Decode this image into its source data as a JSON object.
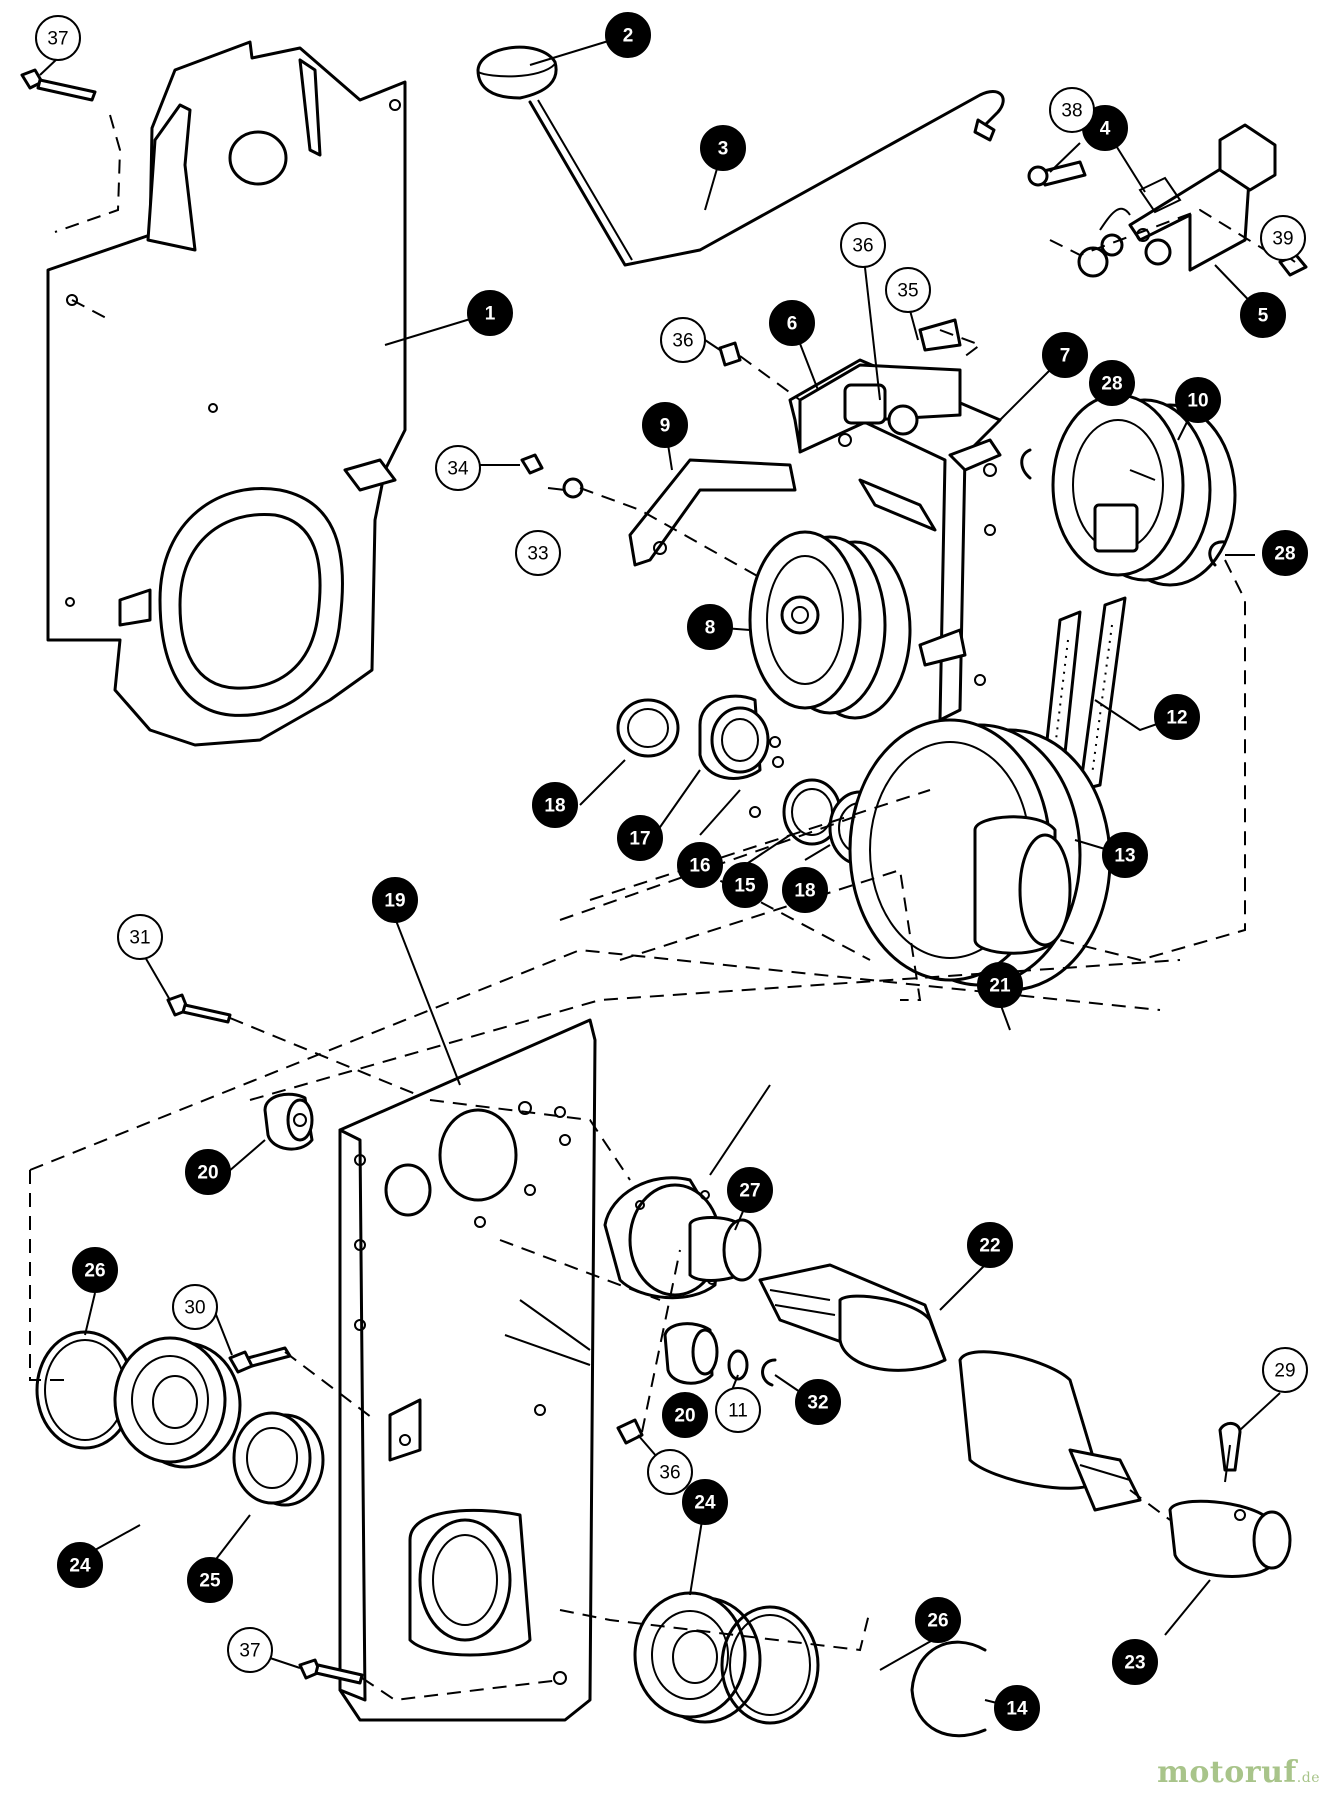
{
  "callouts": [
    {
      "id": "c1",
      "label": "1",
      "style": "filled"
    },
    {
      "id": "c2",
      "label": "2",
      "style": "filled"
    },
    {
      "id": "c3",
      "label": "3",
      "style": "filled"
    },
    {
      "id": "c4",
      "label": "4",
      "style": "filled"
    },
    {
      "id": "c5",
      "label": "5",
      "style": "filled"
    },
    {
      "id": "c6",
      "label": "6",
      "style": "filled"
    },
    {
      "id": "c7",
      "label": "7",
      "style": "filled"
    },
    {
      "id": "c8",
      "label": "8",
      "style": "filled"
    },
    {
      "id": "c9",
      "label": "9",
      "style": "filled"
    },
    {
      "id": "c10",
      "label": "10",
      "style": "filled"
    },
    {
      "id": "c11",
      "label": "11",
      "style": "open"
    },
    {
      "id": "c12",
      "label": "12",
      "style": "filled"
    },
    {
      "id": "c13",
      "label": "13",
      "style": "filled"
    },
    {
      "id": "c14",
      "label": "14",
      "style": "filled"
    },
    {
      "id": "c15",
      "label": "15",
      "style": "filled"
    },
    {
      "id": "c16",
      "label": "16",
      "style": "filled"
    },
    {
      "id": "c17",
      "label": "17",
      "style": "filled"
    },
    {
      "id": "c18a",
      "label": "18",
      "style": "filled"
    },
    {
      "id": "c18b",
      "label": "18",
      "style": "filled"
    },
    {
      "id": "c19",
      "label": "19",
      "style": "filled"
    },
    {
      "id": "c20a",
      "label": "20",
      "style": "filled"
    },
    {
      "id": "c20b",
      "label": "20",
      "style": "filled"
    },
    {
      "id": "c21",
      "label": "21",
      "style": "filled"
    },
    {
      "id": "c22",
      "label": "22",
      "style": "filled"
    },
    {
      "id": "c23",
      "label": "23",
      "style": "filled"
    },
    {
      "id": "c24a",
      "label": "24",
      "style": "filled"
    },
    {
      "id": "c24b",
      "label": "24",
      "style": "filled"
    },
    {
      "id": "c25",
      "label": "25",
      "style": "filled"
    },
    {
      "id": "c26a",
      "label": "26",
      "style": "filled"
    },
    {
      "id": "c26b",
      "label": "26",
      "style": "filled"
    },
    {
      "id": "c27",
      "label": "27",
      "style": "filled"
    },
    {
      "id": "c28a",
      "label": "28",
      "style": "filled"
    },
    {
      "id": "c28b",
      "label": "28",
      "style": "filled"
    },
    {
      "id": "c29",
      "label": "29",
      "style": "open"
    },
    {
      "id": "c30",
      "label": "30",
      "style": "open"
    },
    {
      "id": "c31",
      "label": "31",
      "style": "open"
    },
    {
      "id": "c32",
      "label": "32",
      "style": "filled"
    },
    {
      "id": "c33",
      "label": "33",
      "style": "open"
    },
    {
      "id": "c34",
      "label": "34",
      "style": "open"
    },
    {
      "id": "c35",
      "label": "35",
      "style": "open"
    },
    {
      "id": "c36a",
      "label": "36",
      "style": "open"
    },
    {
      "id": "c36b",
      "label": "36",
      "style": "open"
    },
    {
      "id": "c36c",
      "label": "36",
      "style": "open"
    },
    {
      "id": "c37a",
      "label": "37",
      "style": "open"
    },
    {
      "id": "c37b",
      "label": "37",
      "style": "open"
    },
    {
      "id": "c38",
      "label": "38",
      "style": "open"
    },
    {
      "id": "c39",
      "label": "39",
      "style": "open"
    }
  ],
  "watermark": {
    "brand": "motoruf",
    "suffix": ".de",
    "color": "#a8c48a"
  }
}
